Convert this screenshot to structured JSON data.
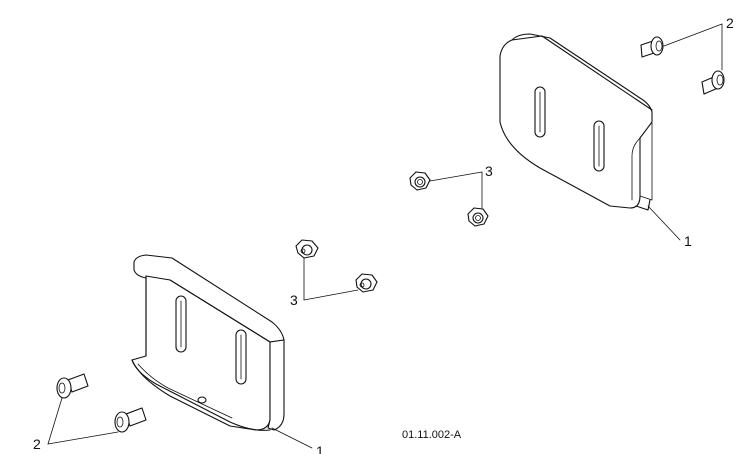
{
  "callouts": {
    "skid_shoe_right": "1",
    "skid_shoe_left": "1",
    "carriage_bolts_right": "2",
    "carriage_bolts_left": "2",
    "nuts_right": "3",
    "nuts_left": "3"
  },
  "figure_code": "01.11.002-A"
}
